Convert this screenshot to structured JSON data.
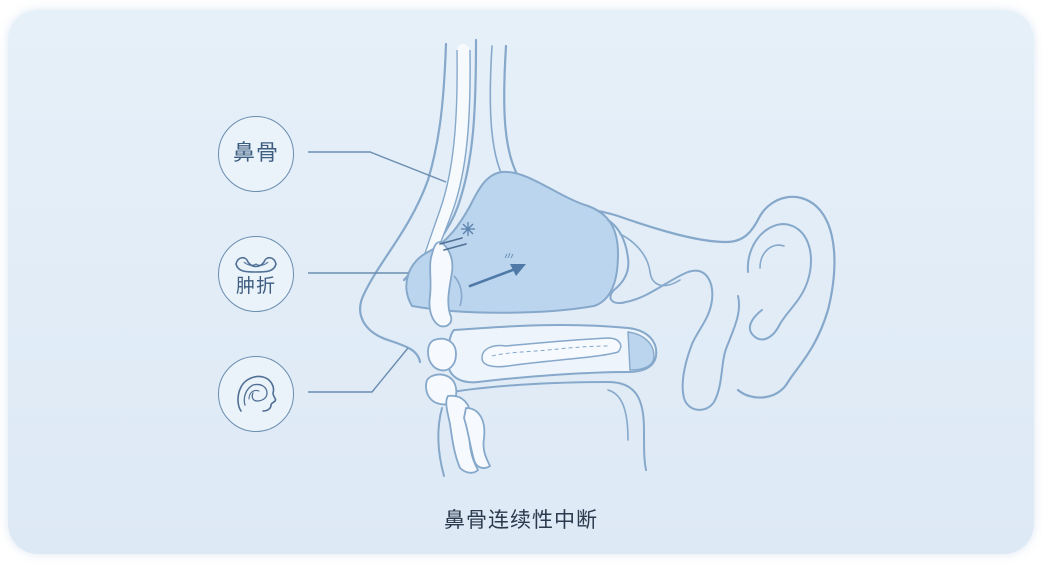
{
  "labels": {
    "nasal_bone": "鼻骨",
    "swelling": "肿折"
  },
  "caption": "鼻骨连续性中断",
  "colors": {
    "line": "#7d9fc2",
    "fill_cavity": "#bcd5ee",
    "bone": "#f6f9fd",
    "arrow": "#4f7aa8"
  },
  "icons": [
    "nose-swelling-icon",
    "head-profile-icon"
  ]
}
